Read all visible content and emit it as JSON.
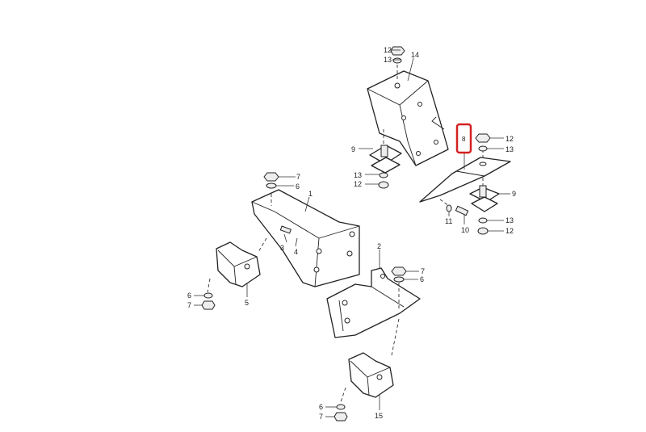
{
  "diagram": {
    "highlight_color": "#d42020",
    "highlighted_callout": "8",
    "callouts": {
      "c12a": "12",
      "c13a": "13",
      "c14": "14",
      "c9a": "9",
      "c13b": "13",
      "c12b": "12",
      "c8": "8",
      "c12c": "12",
      "c13c": "13",
      "c9b": "9",
      "c13d": "13",
      "c12d": "12",
      "c11": "11",
      "c10": "10",
      "c7a": "7",
      "c6a": "6",
      "c1": "1",
      "c3": "3",
      "c4": "4",
      "c2": "2",
      "c7b": "7",
      "c6b": "6",
      "c6c": "6",
      "c7c": "7",
      "c5": "5",
      "c6d": "6",
      "c7d": "7",
      "c15": "15"
    }
  }
}
